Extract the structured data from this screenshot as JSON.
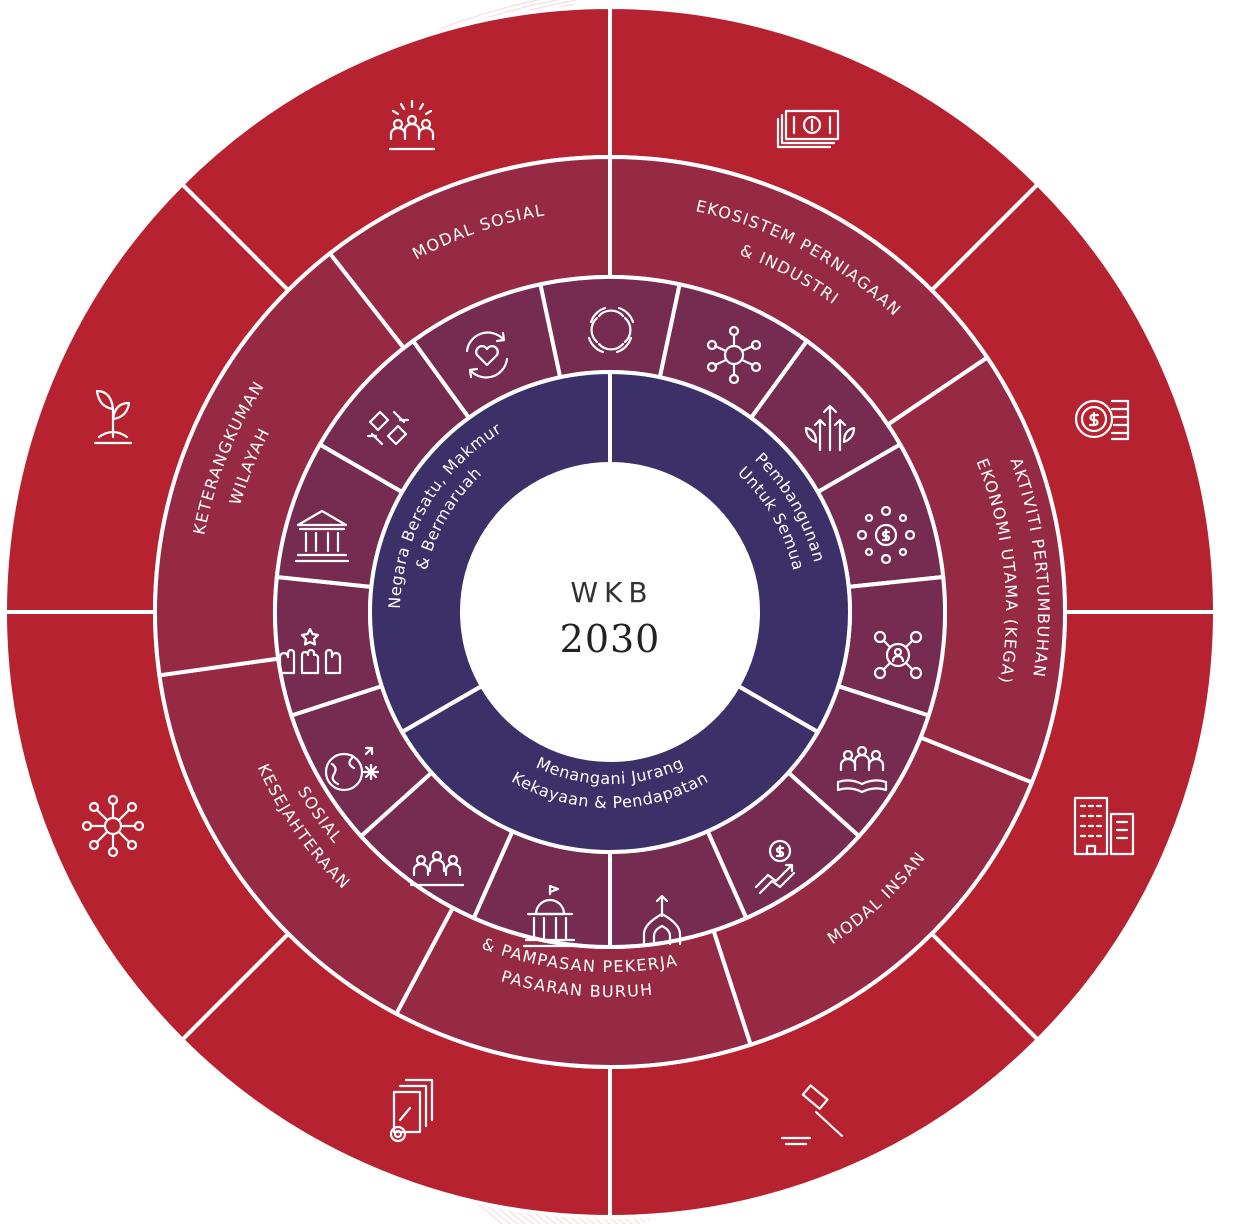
{
  "center": {
    "line1": "WKB",
    "line2": "2030"
  },
  "core": [
    {
      "text": "Negara Bersatu, Makmur & Bermaruah",
      "lines": [
        "Negara Bersatu, Makmur",
        "& Bermaruah"
      ]
    },
    {
      "text": "Pembangunan Untuk Semua",
      "lines": [
        "Pembangunan",
        "Untuk Semua"
      ]
    },
    {
      "text": "Menangani Jurang Kekayaan & Pendapatan",
      "lines": [
        "Menangani Jurang",
        "Kekayaan & Pendapatan"
      ]
    }
  ],
  "thrusts": [
    {
      "text": "MODAL SOSIAL",
      "lines": [
        "MODAL SOSIAL"
      ]
    },
    {
      "text": "EKOSISTEM PERNIAGAAN & INDUSTRI",
      "lines": [
        "EKOSISTEM PERNIAGAAN",
        "& INDUSTRI"
      ]
    },
    {
      "text": "AKTIVITI PERTUMBUHAN EKONOMI UTAMA (KEGA)",
      "lines": [
        "AKTIVITI PERTUMBUHAN",
        "EKONOMI UTAMA (KEGA)"
      ]
    },
    {
      "text": "MODAL INSAN",
      "lines": [
        "MODAL INSAN"
      ]
    },
    {
      "text": "PASARAN BURUH & PAMPASAN PEKERJA",
      "lines": [
        "PASARAN BURUH",
        "& PAMPASAN PEKERJA"
      ]
    },
    {
      "text": "KESEJAHTERAAN SOSIAL",
      "lines": [
        "KESEJAHTERAAN",
        "SOSIAL"
      ]
    },
    {
      "text": "KETERANGKUMAN WILAYAH",
      "lines": [
        "KETERANGKUMAN",
        "WILAYAH"
      ]
    }
  ],
  "inner_icons": [
    "linked-hands-icon",
    "cycle-heart-icon",
    "circular-arrows-icon",
    "network-hub-icon",
    "growth-arrows-icon",
    "money-network-icon",
    "people-network-icon",
    "people-book-icon",
    "money-growth-icon",
    "converging-arrows-icon",
    "government-building-icon",
    "community-group-icon",
    "globe-sparkle-icon",
    "raised-hands-icon",
    "government-pillars-icon"
  ],
  "outer_icons": [
    "banknotes-icon",
    "coin-stack-icon",
    "office-buildings-icon",
    "gavel-icon",
    "policy-documents-icon",
    "network-flower-icon",
    "seedling-icon",
    "leader-group-icon"
  ],
  "colors": {
    "outer": "#b62230",
    "middle": "#962a44",
    "inner": "#762c51",
    "core": "#3b3068",
    "swirl": "#e2a5aa"
  }
}
